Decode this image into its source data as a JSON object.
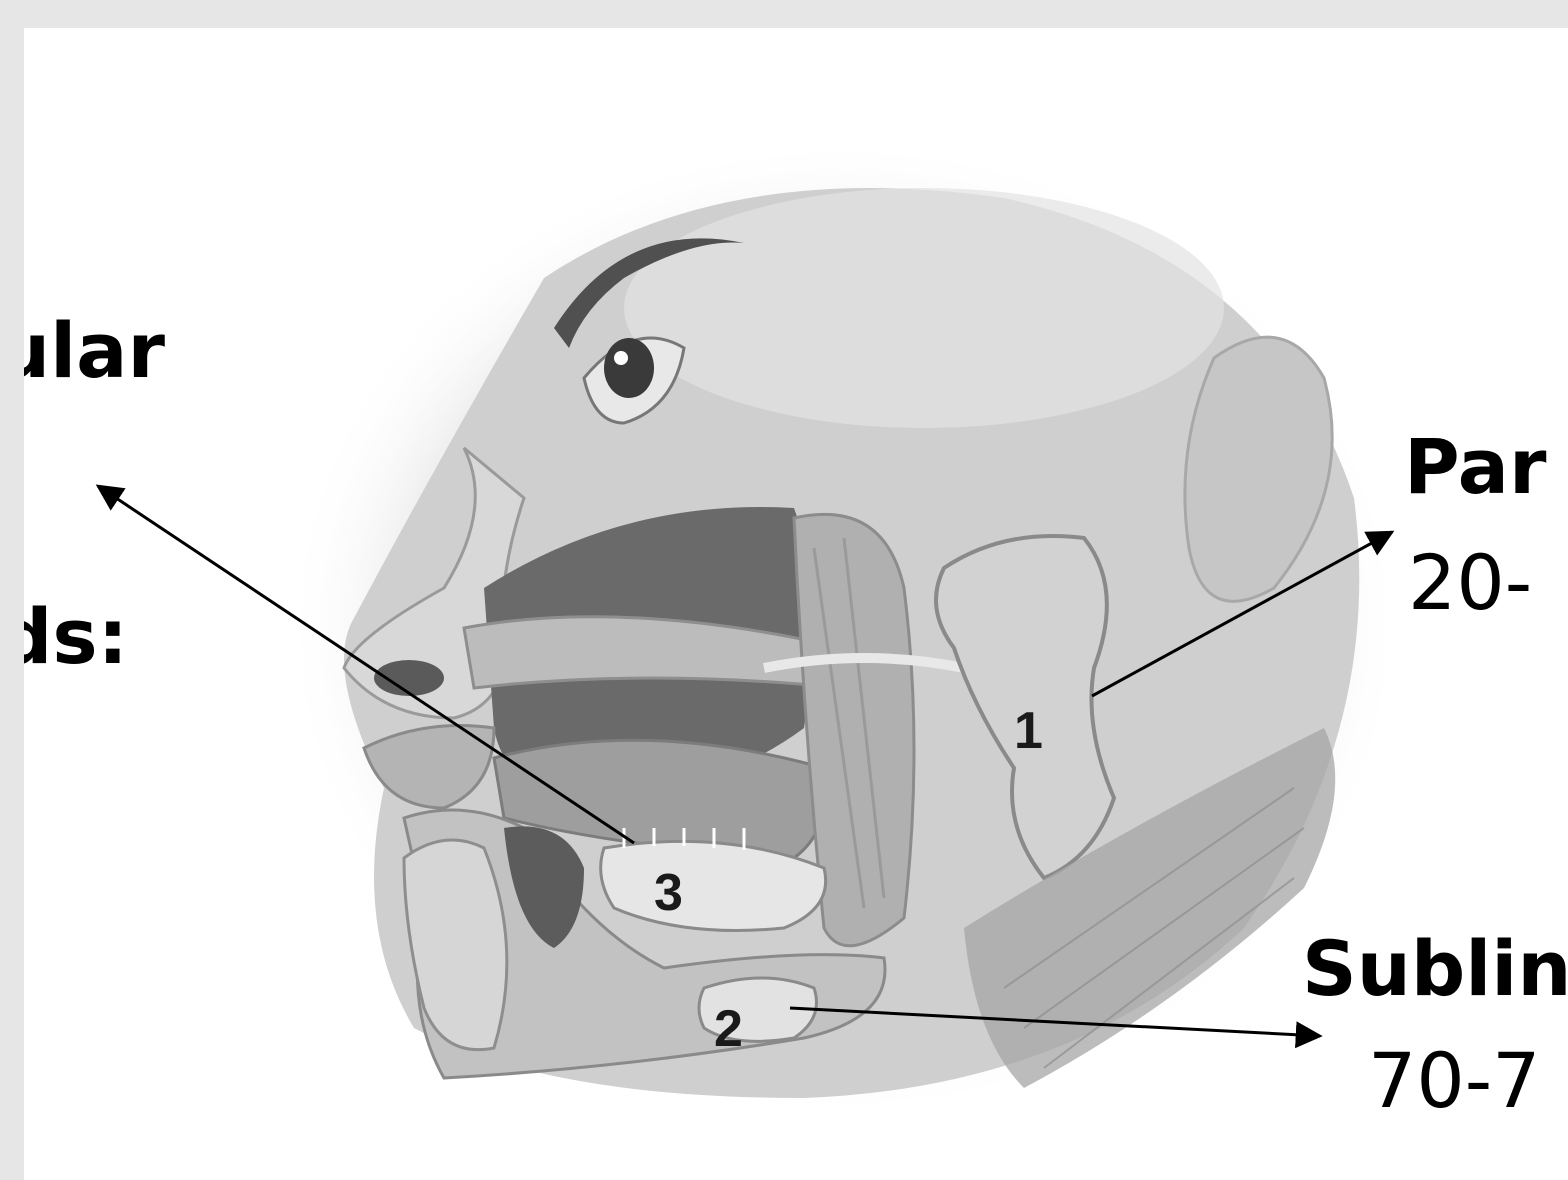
{
  "left_heading": {
    "line1": "ular",
    "line2": "ds:"
  },
  "right_labels": {
    "parotid_name": "Par",
    "parotid_value": "20-",
    "sublingual_name": "Sublin",
    "sublingual_value": "70-7"
  },
  "gland_markers": [
    "1",
    "2",
    "3"
  ]
}
